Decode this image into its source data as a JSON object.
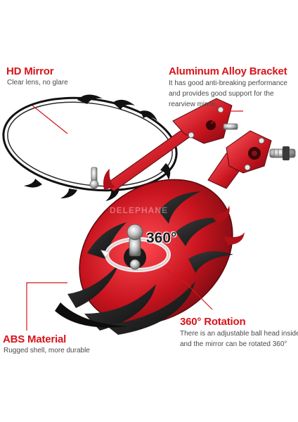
{
  "hd_mirror": {
    "title": "HD Mirror",
    "desc": "Clear lens, no glare"
  },
  "bracket": {
    "title": "Aluminum Alloy Bracket",
    "lines": [
      "It has good anti-breaking performance",
      "and provides good support for the",
      "rearview mirror."
    ]
  },
  "rotation_badge": "360°",
  "watermark": "DELEPHANE",
  "abs_material": {
    "title": "ABS Material",
    "desc": "Rugged shell, more durable"
  },
  "rotation": {
    "title": "360° Rotation",
    "lines": [
      "There is an adjustable ball head inside,",
      "and the mirror can be rotated 360°"
    ]
  },
  "colors": {
    "accent": "#d7141a",
    "body_red": "#c8141e",
    "shell_black": "#1a1a1a",
    "text_gray": "#4a4a4a"
  }
}
